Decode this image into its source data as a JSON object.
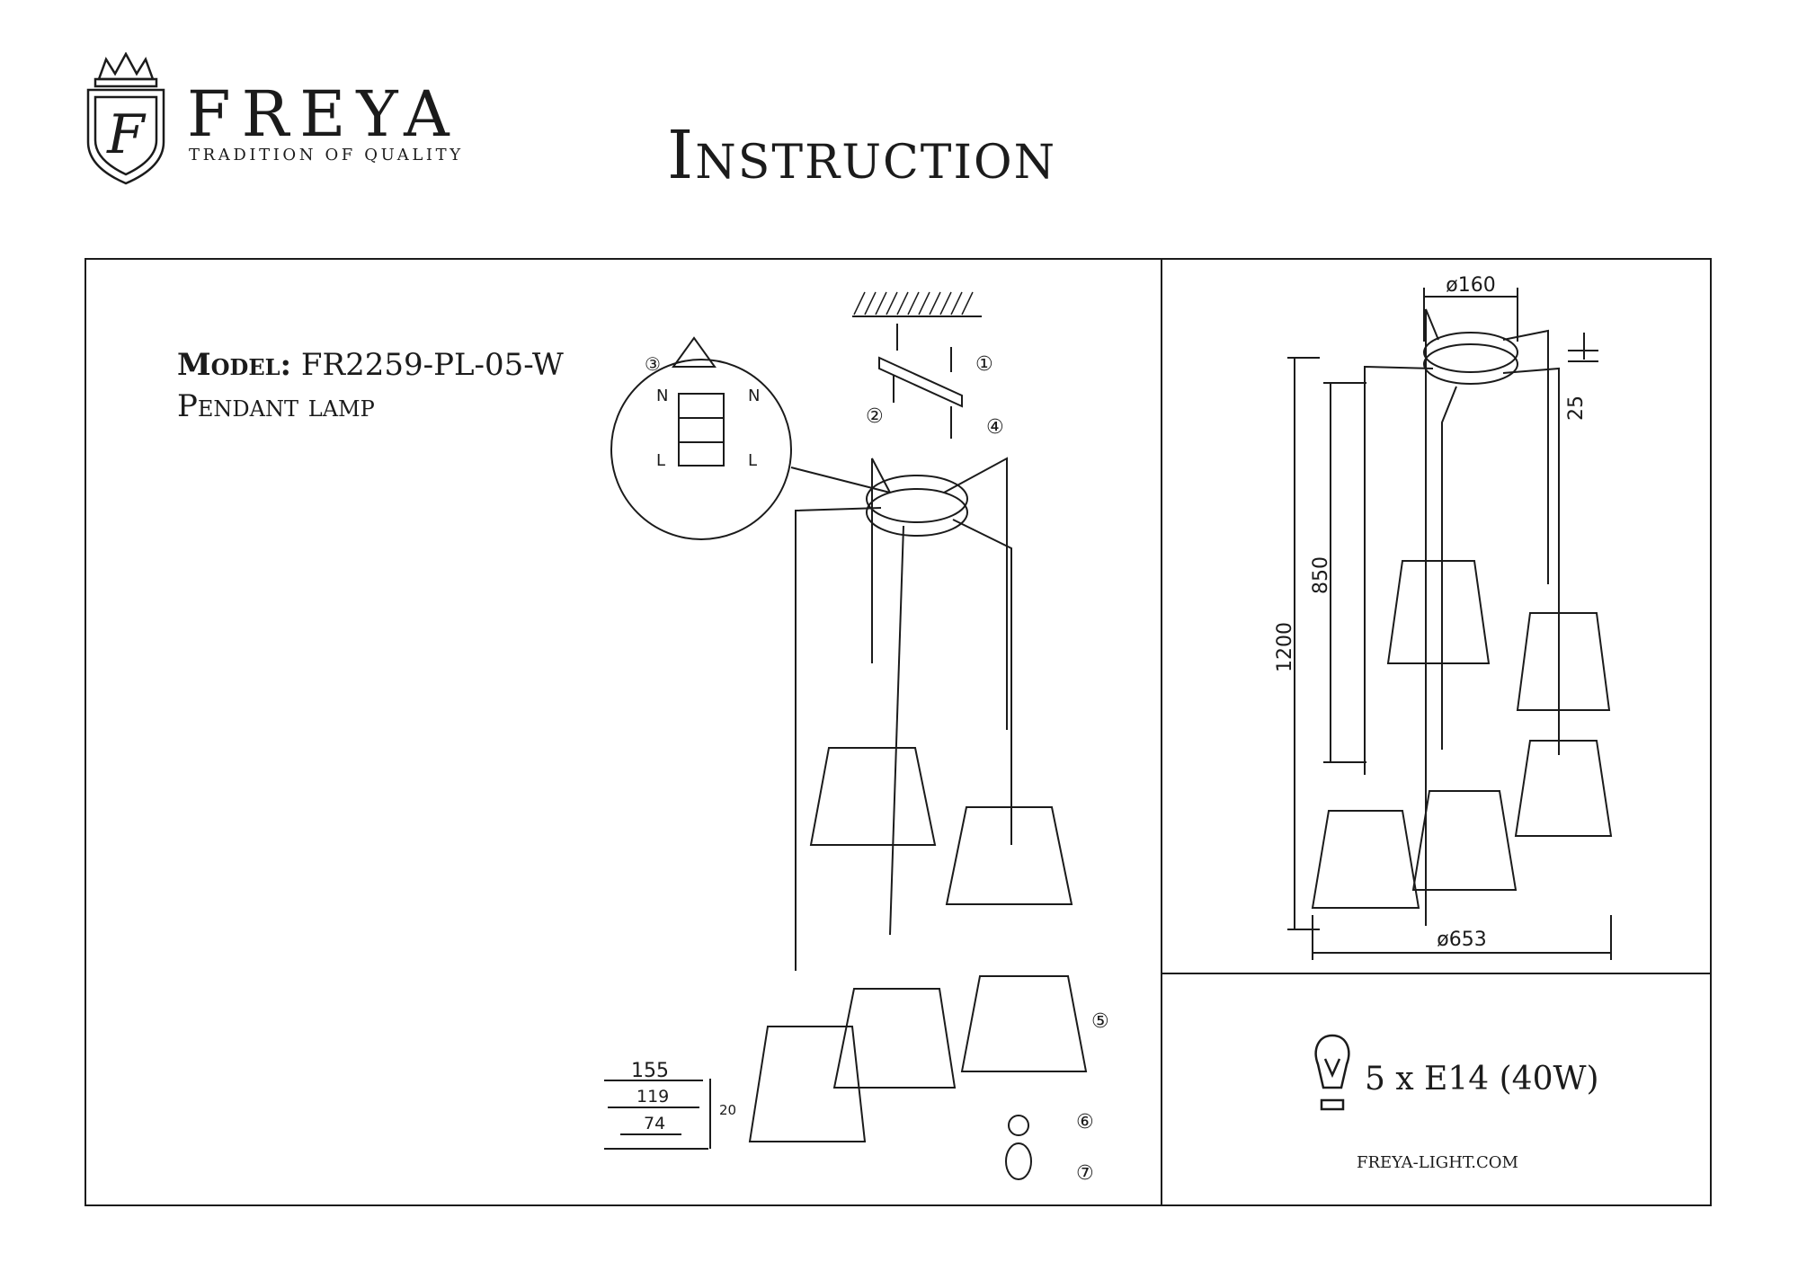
{
  "brand": {
    "name": "FREYA",
    "tagline": "TRADITION OF QUALITY",
    "logo_letter": "F",
    "icon": "crown-shield-logo-icon"
  },
  "document": {
    "title": "Instruction"
  },
  "model": {
    "label": "Model:",
    "code": "FR2259-PL-05-W",
    "type": "Pendant lamp"
  },
  "assembly": {
    "steps": [
      "①",
      "②",
      "③",
      "④",
      "⑤",
      "⑥",
      "⑦"
    ],
    "wiring_labels": {
      "neutral": "N",
      "live": "L"
    },
    "shade_dims": {
      "d1": "155",
      "d2": "119",
      "d3": "74",
      "h": "20"
    }
  },
  "dimensions": {
    "canopy_diameter": "ø160",
    "overall_height": "1200",
    "cord_length": "850",
    "canopy_height": "25",
    "overall_diameter": "ø653"
  },
  "bulb": {
    "spec": "5 x E14 (40W)",
    "icon": "light-bulb-icon"
  },
  "website": "FREYA-LIGHT.COM"
}
